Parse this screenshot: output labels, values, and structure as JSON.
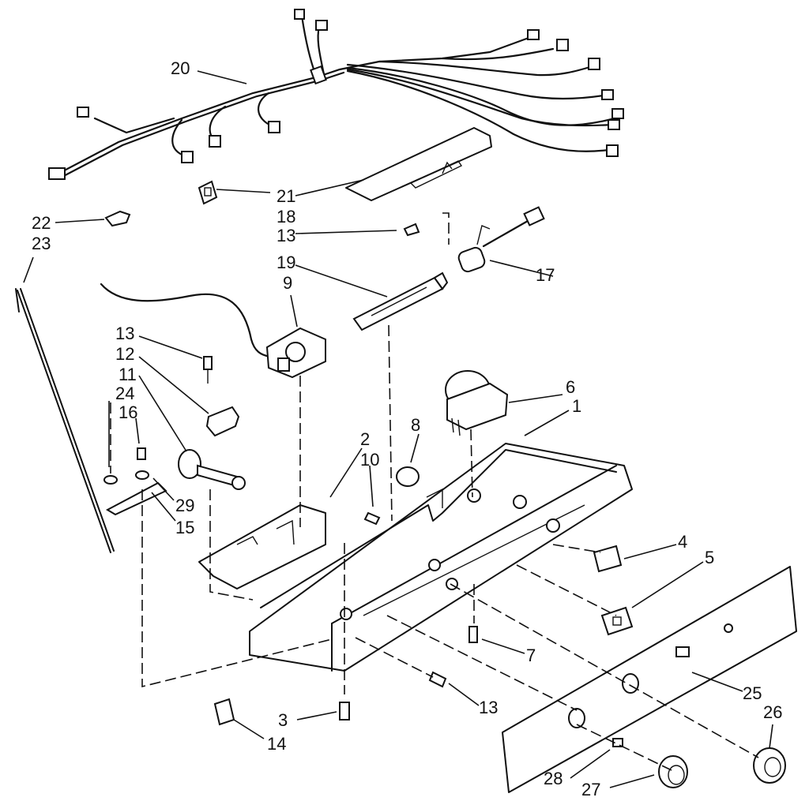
{
  "callouts": [
    {
      "id": "20",
      "label": "20"
    },
    {
      "id": "21",
      "label": "21"
    },
    {
      "id": "18",
      "label": "18"
    },
    {
      "id": "22",
      "label": "22"
    },
    {
      "id": "23",
      "label": "23"
    },
    {
      "id": "13a",
      "label": "13"
    },
    {
      "id": "19",
      "label": "19"
    },
    {
      "id": "17",
      "label": "17"
    },
    {
      "id": "9",
      "label": "9"
    },
    {
      "id": "13b",
      "label": "13"
    },
    {
      "id": "12",
      "label": "12"
    },
    {
      "id": "11",
      "label": "11"
    },
    {
      "id": "24",
      "label": "24"
    },
    {
      "id": "16",
      "label": "16"
    },
    {
      "id": "29",
      "label": "29"
    },
    {
      "id": "15",
      "label": "15"
    },
    {
      "id": "6",
      "label": "6"
    },
    {
      "id": "1",
      "label": "1"
    },
    {
      "id": "8",
      "label": "8"
    },
    {
      "id": "2",
      "label": "2"
    },
    {
      "id": "10",
      "label": "10"
    },
    {
      "id": "4",
      "label": "4"
    },
    {
      "id": "5",
      "label": "5"
    },
    {
      "id": "7",
      "label": "7"
    },
    {
      "id": "13c",
      "label": "13"
    },
    {
      "id": "25",
      "label": "25"
    },
    {
      "id": "26",
      "label": "26"
    },
    {
      "id": "3",
      "label": "3"
    },
    {
      "id": "14",
      "label": "14"
    },
    {
      "id": "28",
      "label": "28"
    },
    {
      "id": "27",
      "label": "27"
    }
  ]
}
